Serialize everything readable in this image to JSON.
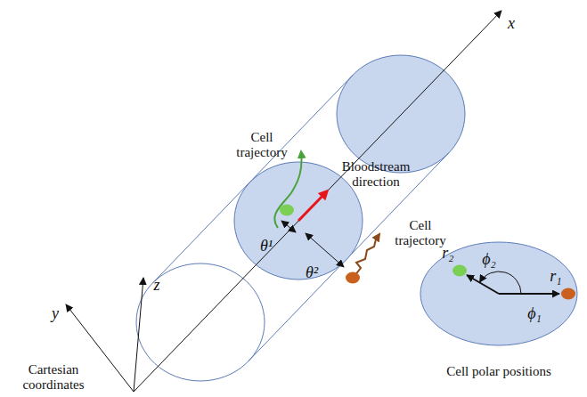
{
  "diagram": {
    "labels": [
      "x",
      "y",
      "z",
      "Cell trajectory",
      "Bloodstream direction",
      "θ¹",
      "θ²",
      "Cell trajectory",
      "r₂",
      "ϕ₂",
      "r₁",
      "ϕ₁",
      "Cartesian coordinates",
      "Cell polar positions"
    ]
  }
}
